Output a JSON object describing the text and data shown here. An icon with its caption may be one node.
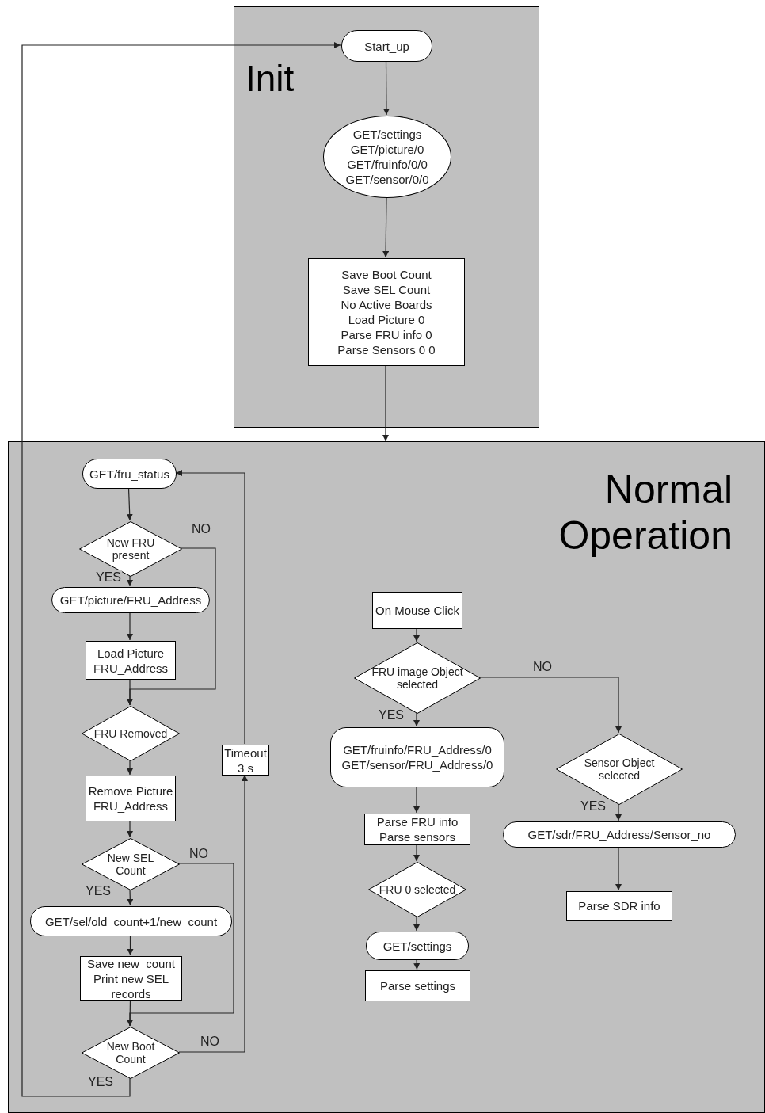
{
  "diagram": {
    "nodes": [
      {
        "text": [
          "Init"
        ]
      },
      {
        "text": [
          "Start_up"
        ],
        "in": 0
      },
      {
        "text": [
          "GET/settings",
          "GET/picture/0",
          "GET/fruinfo/0/0",
          "GET/sensor/0/0"
        ],
        "in": 0
      },
      {
        "text": [
          "Save Boot Count",
          "Save SEL Count",
          "No Active Boards",
          "Load Picture 0",
          "Parse FRU info 0",
          "Parse Sensors 0 0"
        ],
        "in": 0
      },
      {
        "text": [
          "Normal Operation"
        ]
      },
      {
        "text": [
          "GET/fru_status"
        ],
        "in": 4
      },
      {
        "text": [
          "New FRU present"
        ],
        "in": 4
      },
      {
        "text": [
          "GET/picture/FRU_Address"
        ],
        "in": 4
      },
      {
        "text": [
          "Load Picture FRU_Address"
        ],
        "in": 4
      },
      {
        "text": [
          "FRU Removed"
        ],
        "in": 4
      },
      {
        "text": [
          "Timeout 3 s"
        ],
        "in": 4
      },
      {
        "text": [
          "Remove Picture FRU_Address"
        ],
        "in": 4
      },
      {
        "text": [
          "New SEL Count"
        ],
        "in": 4
      },
      {
        "text": [
          "GET/sel/old_count+1/new_count"
        ],
        "in": 4
      },
      {
        "text": [
          "Save new_count Print new SEL records"
        ],
        "in": 4
      },
      {
        "text": [
          "New Boot Count"
        ],
        "in": 4
      },
      {
        "text": [
          "On Mouse Click"
        ],
        "in": 4
      },
      {
        "text": [
          "FRU image Object selected"
        ],
        "in": 4
      },
      {
        "text": [
          "GET/fruinfo/FRU_Address/0",
          "GET/sensor/FRU_Address/0"
        ],
        "in": 4
      },
      {
        "text": [
          "Sensor Object selected"
        ],
        "in": 4
      },
      {
        "text": [
          "Parse FRU info",
          "Parse sensors"
        ],
        "in": 4
      },
      {
        "text": [
          "GET/sdr/FRU_Address/Sensor_no"
        ],
        "in": 4
      },
      {
        "text": [
          "FRU 0 selected"
        ],
        "in": 4
      },
      {
        "text": [
          "Parse SDR info"
        ],
        "in": 4
      },
      {
        "text": [
          "GET/settings"
        ],
        "in": 4
      },
      {
        "text": [
          "Parse settings"
        ],
        "in": 4
      }
    ],
    "edges": [
      {
        "from": 1,
        "to": 2,
        "arrow": "to"
      },
      {
        "from": 2,
        "to": 3,
        "arrow": "to"
      },
      {
        "from": 3,
        "to": 4,
        "arrow": "to"
      },
      {
        "from": 5,
        "to": 6,
        "arrow": "to"
      },
      {
        "from": 6,
        "to": 7,
        "arrow": "to",
        "label": "YES"
      },
      {
        "from": 6,
        "to": 9,
        "arrow": "to",
        "label": "NO"
      },
      {
        "from": 7,
        "to": 8,
        "arrow": "to"
      },
      {
        "from": 8,
        "to": 9,
        "arrow": "to"
      },
      {
        "from": 9,
        "to": 11,
        "arrow": "to"
      },
      {
        "from": 11,
        "to": 12,
        "arrow": "to"
      },
      {
        "from": 12,
        "to": 13,
        "arrow": "to",
        "label": "YES"
      },
      {
        "from": 12,
        "to": 15,
        "arrow": "to",
        "label": "NO"
      },
      {
        "from": 13,
        "to": 14,
        "arrow": "to"
      },
      {
        "from": 14,
        "to": 15,
        "arrow": "to"
      },
      {
        "from": 15,
        "to": 10,
        "arrow": "to",
        "label": "NO"
      },
      {
        "from": 10,
        "to": 5,
        "arrow": "to"
      },
      {
        "from": 15,
        "to": 1,
        "arrow": "to",
        "label": "YES"
      },
      {
        "from": 16,
        "to": 17,
        "arrow": "to"
      },
      {
        "from": 17,
        "to": 18,
        "arrow": "to",
        "label": "YES"
      },
      {
        "from": 17,
        "to": 19,
        "arrow": "to",
        "label": "NO"
      },
      {
        "from": 18,
        "to": 20,
        "arrow": "to"
      },
      {
        "from": 20,
        "to": 22,
        "arrow": "to"
      },
      {
        "from": 22,
        "to": 24,
        "arrow": "to"
      },
      {
        "from": 24,
        "to": 25,
        "arrow": "to"
      },
      {
        "from": 19,
        "to": 21,
        "arrow": "to",
        "label": "YES"
      },
      {
        "from": 21,
        "to": 23,
        "arrow": "to"
      }
    ]
  }
}
